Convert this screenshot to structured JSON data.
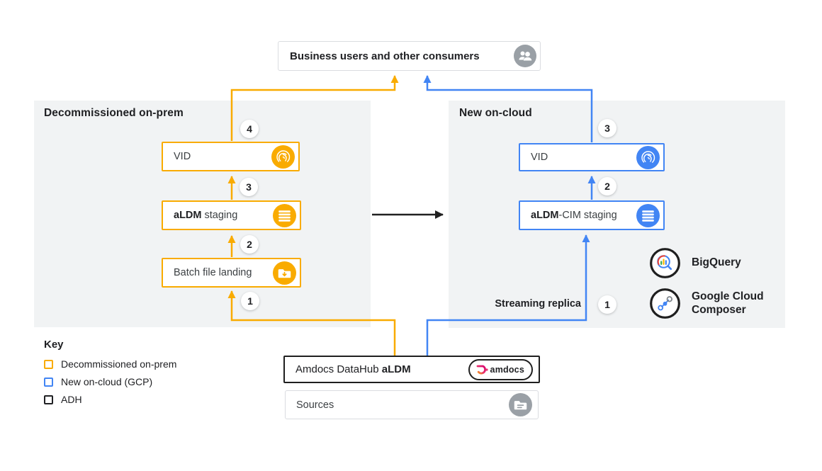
{
  "colors": {
    "on_prem_yellow": "#F9AB00",
    "on_cloud_blue": "#4285F4",
    "adh_black": "#202124",
    "panel_gray": "#F1F3F4",
    "icon_gray": "#9AA0A6"
  },
  "top_box": {
    "label": "Business users and other consumers",
    "icon": "people-icon"
  },
  "left_panel": {
    "title": "Decommissioned on-prem",
    "vid_label": "VID",
    "staging_bold": "aLDM",
    "staging_rest": " staging",
    "landing_label": "Batch file landing",
    "step1": "1",
    "step2": "2",
    "step3": "3",
    "step4": "4"
  },
  "right_panel": {
    "title": "New on-cloud",
    "vid_label": "VID",
    "staging_bold": "aLDM",
    "staging_rest": "-CIM staging",
    "streaming_label": "Streaming replica",
    "step1": "1",
    "step2": "2",
    "step3": "3"
  },
  "gcp_services": {
    "bigquery_label": "BigQuery",
    "composer_label": "Google Cloud Composer"
  },
  "adh_box": {
    "label_regular": "Amdocs DataHub ",
    "label_bold": "aLDM",
    "logo_text": "amdocs"
  },
  "sources_box": {
    "label": "Sources"
  },
  "key": {
    "title": "Key",
    "item1": "Decommissioned on-prem",
    "item1_color": "#F9AB00",
    "item2": "New on-cloud (GCP)",
    "item2_color": "#4285F4",
    "item3": "ADH",
    "item3_color": "#202124"
  }
}
